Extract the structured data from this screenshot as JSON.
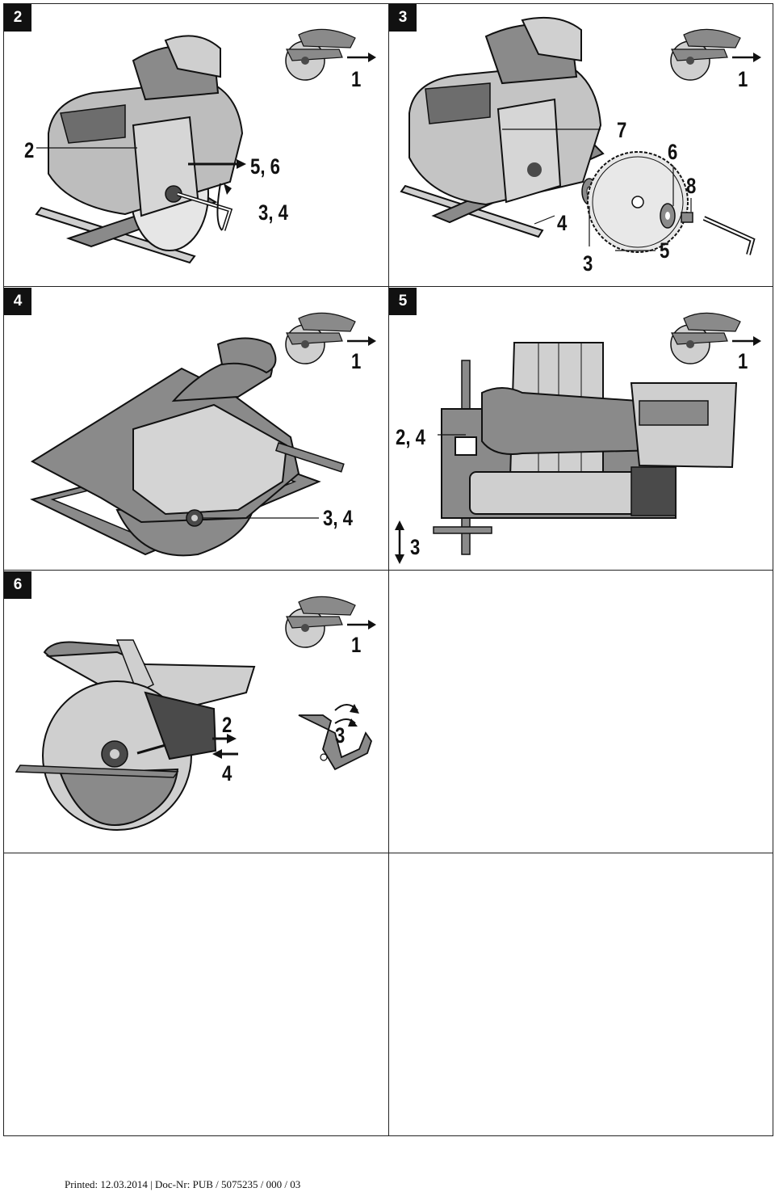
{
  "panels": [
    {
      "number": "2",
      "callouts": [
        "1",
        "2",
        "5, 6",
        "3, 4"
      ]
    },
    {
      "number": "3",
      "callouts": [
        "1",
        "7",
        "6",
        "8",
        "4",
        "5",
        "3"
      ]
    },
    {
      "number": "4",
      "callouts": [
        "1",
        "3, 4"
      ]
    },
    {
      "number": "5",
      "callouts": [
        "1",
        "2, 4",
        "3"
      ]
    },
    {
      "number": "6",
      "callouts": [
        "1",
        "2",
        "3",
        "4"
      ]
    }
  ],
  "footer": "Printed: 12.03.2014 | Doc-Nr: PUB / 5075235 / 000 / 03",
  "colors": {
    "tool_grey": "#8a8a8a",
    "light_grey": "#cfcfcf",
    "dark_grey": "#4a4a4a",
    "line": "#111111"
  }
}
